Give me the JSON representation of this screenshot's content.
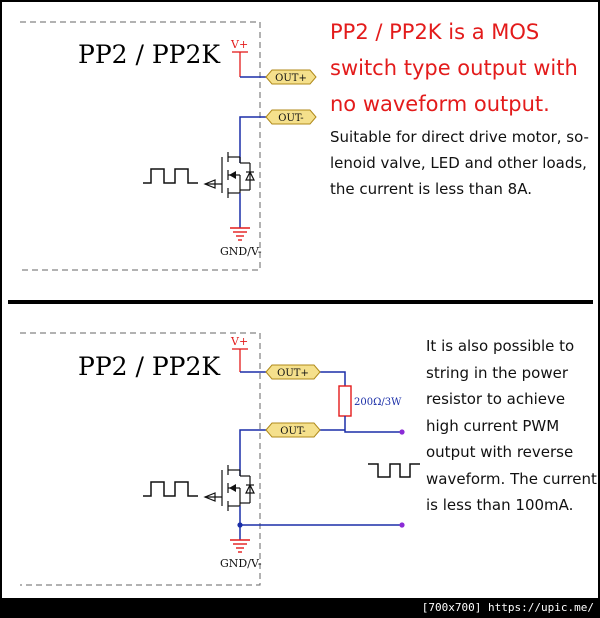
{
  "top": {
    "title": "PP2 / PP2K",
    "heading_lines": [
      "PP2 / PP2K is a MOS",
      "switch type output with",
      "no waveform output."
    ],
    "body_lines": [
      "Suitable for direct drive motor, so-",
      "lenoid valve, LED and other loads,",
      "the current is less than 8A."
    ],
    "labels": {
      "vplus": "V+",
      "out_plus": "OUT+",
      "out_minus": "OUT-",
      "gnd": "GND/V-"
    }
  },
  "bottom": {
    "title": "PP2 / PP2K",
    "body_lines": [
      "It is also possible to",
      "string in the power",
      "resistor to achieve",
      "high current PWM",
      "output with reverse",
      "waveform. The current",
      "is less than 100mA."
    ],
    "labels": {
      "vplus": "V+",
      "out_plus": "OUT+",
      "out_minus": "OUT-",
      "gnd": "GND/V-",
      "resistor": "200Ω/3W"
    }
  },
  "footer": {
    "badge": "[700x700]",
    "site": "https://upic.me/"
  },
  "colors": {
    "wire": "#1b2fa8",
    "tag_fill": "#f5e08c",
    "tag_stroke": "#b08a1a",
    "emphasis": "#e31b1b",
    "terminal": "#8b2bd6"
  }
}
